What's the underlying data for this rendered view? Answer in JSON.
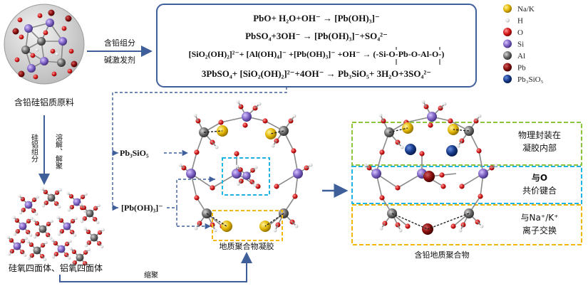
{
  "raw_material": {
    "label": "含铅硅铝质原料"
  },
  "arrow_top": {
    "label_top": "含铅组分",
    "label_bottom": "碱激发剂"
  },
  "equations": [
    "PbO+ H₂O+OH⁻ → [Pb(OH)₃]⁻",
    "PbSO₄+3OH⁻ → [Pb(OH)₃]⁻+SO₄²⁻",
    "[SiO₂(OH)₂]²⁻+ [Al(OH)₄]⁻ +[Pb(OH)₃]⁻ +OH⁻ → (-Si-O-Pb-O-Al-O-)",
    "3PbSO₄+ [SiO₂(OH)₂]²⁻+4OH⁻ → Pb₃SiO₅+ 3H₂O+3SO₄²⁻"
  ],
  "left_arrow": {
    "label_a": "硅铝组分",
    "label_b": "溶解、解聚"
  },
  "tetra": {
    "label": "硅氧四面体、铝氧四面体"
  },
  "bottom_arrow": {
    "label": "缩聚"
  },
  "species": {
    "pb3sio5": "Pb₃SiO₅",
    "pboh3": "[Pb(OH)₃]⁻"
  },
  "gel": {
    "label": "地质聚合物凝胶"
  },
  "product": {
    "label": "含铅地质聚合物",
    "boxes": [
      {
        "line1": "物理封装在",
        "line2": "凝胶内部"
      },
      {
        "line1": "与O",
        "line2": "共价键合"
      },
      {
        "line1": "与Na⁺/K⁺",
        "line2": "离子交换"
      }
    ]
  },
  "legend": [
    {
      "name": "Na/K",
      "color": "#e0b400",
      "icon": "naK-atom-icon"
    },
    {
      "name": "H",
      "color": "#f0f0f0",
      "icon": "hydrogen-atom-icon"
    },
    {
      "name": "O",
      "color": "#d81818",
      "icon": "oxygen-atom-icon"
    },
    {
      "name": "Si",
      "color": "#8a6cc9",
      "icon": "silicon-atom-icon"
    },
    {
      "name": "Al",
      "color": "#6c6c6c",
      "icon": "aluminium-atom-icon"
    },
    {
      "name": "Pb",
      "color": "#8b0f0f",
      "icon": "lead-atom-icon"
    },
    {
      "name": "Pb₃SiO₅",
      "color": "#173a8a",
      "icon": "pb3sio5-particle-icon"
    }
  ],
  "colors": {
    "frame_blue": "#3e5f9a",
    "green_box": "#8cc63f",
    "cyan_box": "#1eb4e6",
    "yellow_box": "#f2b705"
  }
}
